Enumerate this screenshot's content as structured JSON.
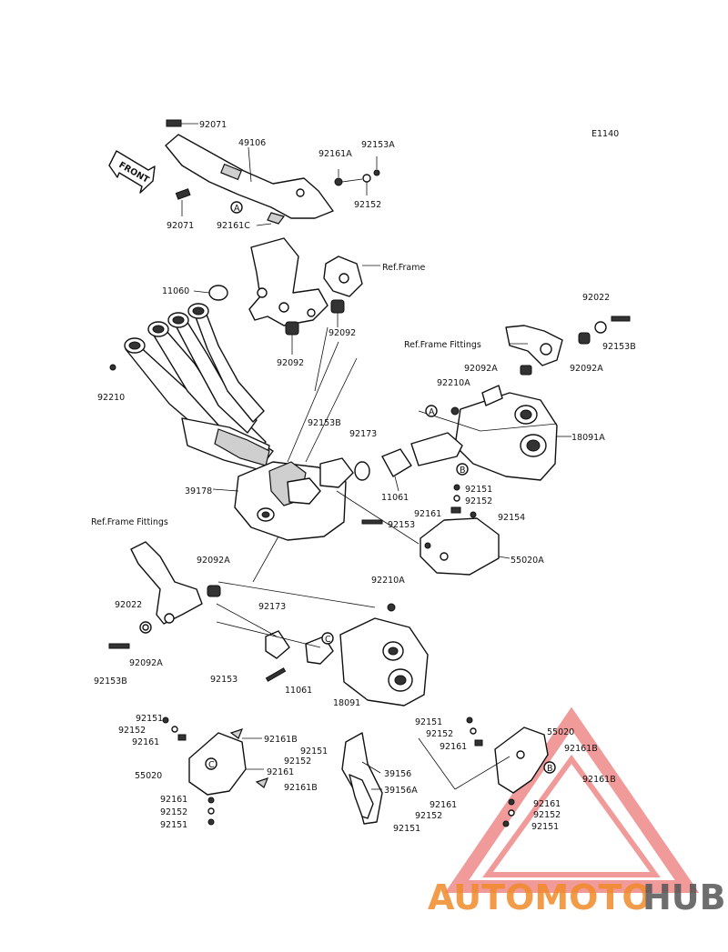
{
  "diagram": {
    "code": "E1140",
    "front_label": "FRONT",
    "labels": [
      {
        "id": "l1",
        "text": "92071"
      },
      {
        "id": "l2",
        "text": "49106"
      },
      {
        "id": "l3",
        "text": "92161A"
      },
      {
        "id": "l4",
        "text": "92153A"
      },
      {
        "id": "l5",
        "text": "92152"
      },
      {
        "id": "l6",
        "text": "92071"
      },
      {
        "id": "l7",
        "text": "92161C"
      },
      {
        "id": "l8",
        "text": "Ref.Frame"
      },
      {
        "id": "l9",
        "text": "11060"
      },
      {
        "id": "l10",
        "text": "92092"
      },
      {
        "id": "l11",
        "text": "92092"
      },
      {
        "id": "l12",
        "text": "92210"
      },
      {
        "id": "l13",
        "text": "92022"
      },
      {
        "id": "l14",
        "text": "Ref.Frame Fittings"
      },
      {
        "id": "l15",
        "text": "92153B"
      },
      {
        "id": "l16",
        "text": "92092A"
      },
      {
        "id": "l17",
        "text": "92092A"
      },
      {
        "id": "l18",
        "text": "92210A"
      },
      {
        "id": "l19",
        "text": "92153B"
      },
      {
        "id": "l20",
        "text": "92173"
      },
      {
        "id": "l21",
        "text": "18091A"
      },
      {
        "id": "l22",
        "text": "39178"
      },
      {
        "id": "l23",
        "text": "11061"
      },
      {
        "id": "l24",
        "text": "92151"
      },
      {
        "id": "l25",
        "text": "92152"
      },
      {
        "id": "l26",
        "text": "92161"
      },
      {
        "id": "l27",
        "text": "92153"
      },
      {
        "id": "l28",
        "text": "92154"
      },
      {
        "id": "l29",
        "text": "Ref.Frame Fittings"
      },
      {
        "id": "l30",
        "text": "55020A"
      },
      {
        "id": "l31",
        "text": "92092A"
      },
      {
        "id": "l32",
        "text": "92210A"
      },
      {
        "id": "l33",
        "text": "92022"
      },
      {
        "id": "l34",
        "text": "92173"
      },
      {
        "id": "l35",
        "text": "92092A"
      },
      {
        "id": "l36",
        "text": "92153B"
      },
      {
        "id": "l37",
        "text": "92153"
      },
      {
        "id": "l38",
        "text": "11061"
      },
      {
        "id": "l39",
        "text": "18091"
      },
      {
        "id": "l40",
        "text": "92151"
      },
      {
        "id": "l41",
        "text": "92152"
      },
      {
        "id": "l42",
        "text": "92161"
      },
      {
        "id": "l43",
        "text": "92161B"
      },
      {
        "id": "l44",
        "text": "92151"
      },
      {
        "id": "l45",
        "text": "92152"
      },
      {
        "id": "l46",
        "text": "55020"
      },
      {
        "id": "l47",
        "text": "92161"
      },
      {
        "id": "l48",
        "text": "92161B"
      },
      {
        "id": "l49",
        "text": "92161"
      },
      {
        "id": "l50",
        "text": "92152"
      },
      {
        "id": "l51",
        "text": "92151"
      },
      {
        "id": "l52",
        "text": "92151"
      },
      {
        "id": "l53",
        "text": "92152"
      },
      {
        "id": "l54",
        "text": "55020"
      },
      {
        "id": "l55",
        "text": "92161"
      },
      {
        "id": "l56",
        "text": "92161B"
      },
      {
        "id": "l57",
        "text": "39156"
      },
      {
        "id": "l58",
        "text": "39156A"
      },
      {
        "id": "l59",
        "text": "92161B"
      },
      {
        "id": "l60",
        "text": "92161"
      },
      {
        "id": "l61",
        "text": "92161"
      },
      {
        "id": "l62",
        "text": "92152"
      },
      {
        "id": "l63",
        "text": "92152"
      },
      {
        "id": "l64",
        "text": "92151"
      },
      {
        "id": "l65",
        "text": "92151"
      }
    ],
    "callouts": [
      {
        "id": "c1",
        "text": "A"
      },
      {
        "id": "c2",
        "text": "A"
      },
      {
        "id": "c3",
        "text": "B"
      },
      {
        "id": "c4",
        "text": "C"
      },
      {
        "id": "c5",
        "text": "C"
      },
      {
        "id": "c6",
        "text": "B"
      }
    ]
  },
  "watermark": {
    "part1": "AUTOMOTO",
    "part2": "HUB",
    "color1": "#f08a2a",
    "color2": "#555555",
    "triangle_color": "#e64848"
  }
}
